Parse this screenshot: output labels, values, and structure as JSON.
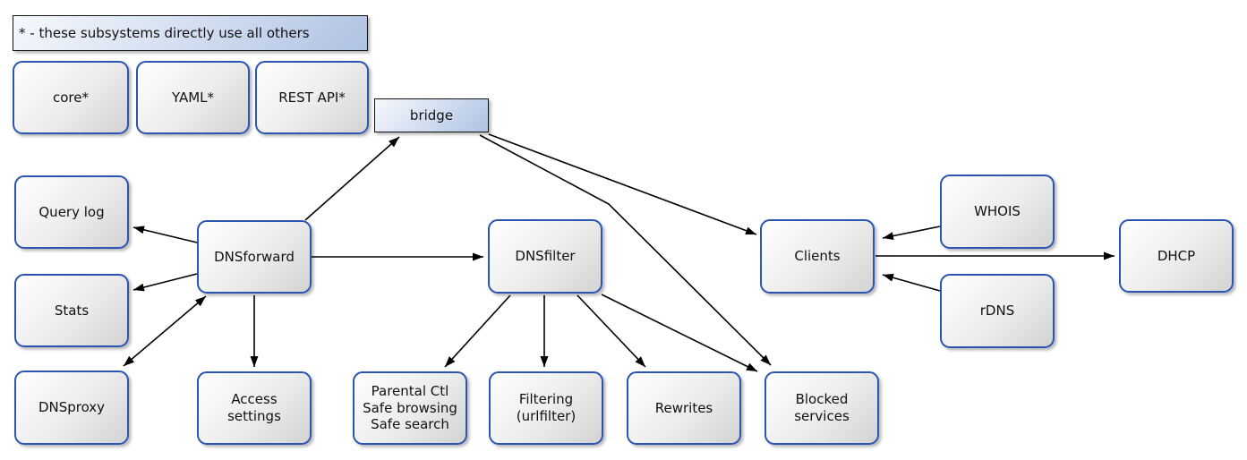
{
  "diagram": {
    "legend": {
      "text": "* - these subsystems directly use all others"
    },
    "nodes": {
      "core": {
        "label": "core*"
      },
      "yaml": {
        "label": "YAML*"
      },
      "rest_api": {
        "label": "REST API*"
      },
      "bridge": {
        "label": "bridge"
      },
      "query_log": {
        "label": "Query log"
      },
      "stats": {
        "label": "Stats"
      },
      "dnsproxy": {
        "label": "DNSproxy"
      },
      "dnsforward": {
        "label": "DNSforward"
      },
      "access": {
        "label": "Access\nsettings"
      },
      "dnsfilter": {
        "label": "DNSfilter"
      },
      "parental": {
        "label": "Parental Ctl\nSafe browsing\nSafe search"
      },
      "filtering": {
        "label": "Filtering\n(urlfilter)"
      },
      "rewrites": {
        "label": "Rewrites"
      },
      "blocked": {
        "label": "Blocked\nservices"
      },
      "clients": {
        "label": "Clients"
      },
      "whois": {
        "label": "WHOIS"
      },
      "rdns": {
        "label": "rDNS"
      },
      "dhcp": {
        "label": "DHCP"
      }
    },
    "edges": [
      {
        "from": "DNSforward",
        "to": "bridge",
        "bidirectional": false
      },
      {
        "from": "bridge",
        "to": "Clients",
        "bidirectional": false
      },
      {
        "from": "bridge",
        "to": "Blocked services",
        "bidirectional": false
      },
      {
        "from": "DNSforward",
        "to": "Query log",
        "bidirectional": false
      },
      {
        "from": "DNSforward",
        "to": "Stats",
        "bidirectional": false
      },
      {
        "from": "DNSforward",
        "to": "DNSproxy",
        "bidirectional": true
      },
      {
        "from": "DNSforward",
        "to": "Access settings",
        "bidirectional": false
      },
      {
        "from": "DNSforward",
        "to": "DNSfilter",
        "bidirectional": false
      },
      {
        "from": "DNSfilter",
        "to": "Parental Ctl / Safe browsing / Safe search",
        "bidirectional": false
      },
      {
        "from": "DNSfilter",
        "to": "Filtering (urlfilter)",
        "bidirectional": false
      },
      {
        "from": "DNSfilter",
        "to": "Rewrites",
        "bidirectional": false
      },
      {
        "from": "DNSfilter",
        "to": "Blocked services",
        "bidirectional": false
      },
      {
        "from": "WHOIS",
        "to": "Clients",
        "bidirectional": false
      },
      {
        "from": "rDNS",
        "to": "Clients",
        "bidirectional": false
      },
      {
        "from": "Clients",
        "to": "DHCP",
        "bidirectional": false
      }
    ],
    "colors": {
      "node_border": "#2b55b2",
      "node_fill_light": "#ffffff",
      "node_fill_dark": "#d3d3d3",
      "accent_fill_light": "#f6f9fd",
      "accent_fill_dark": "#aec2e2",
      "edge": "#000000",
      "background": "#ffffff"
    }
  }
}
